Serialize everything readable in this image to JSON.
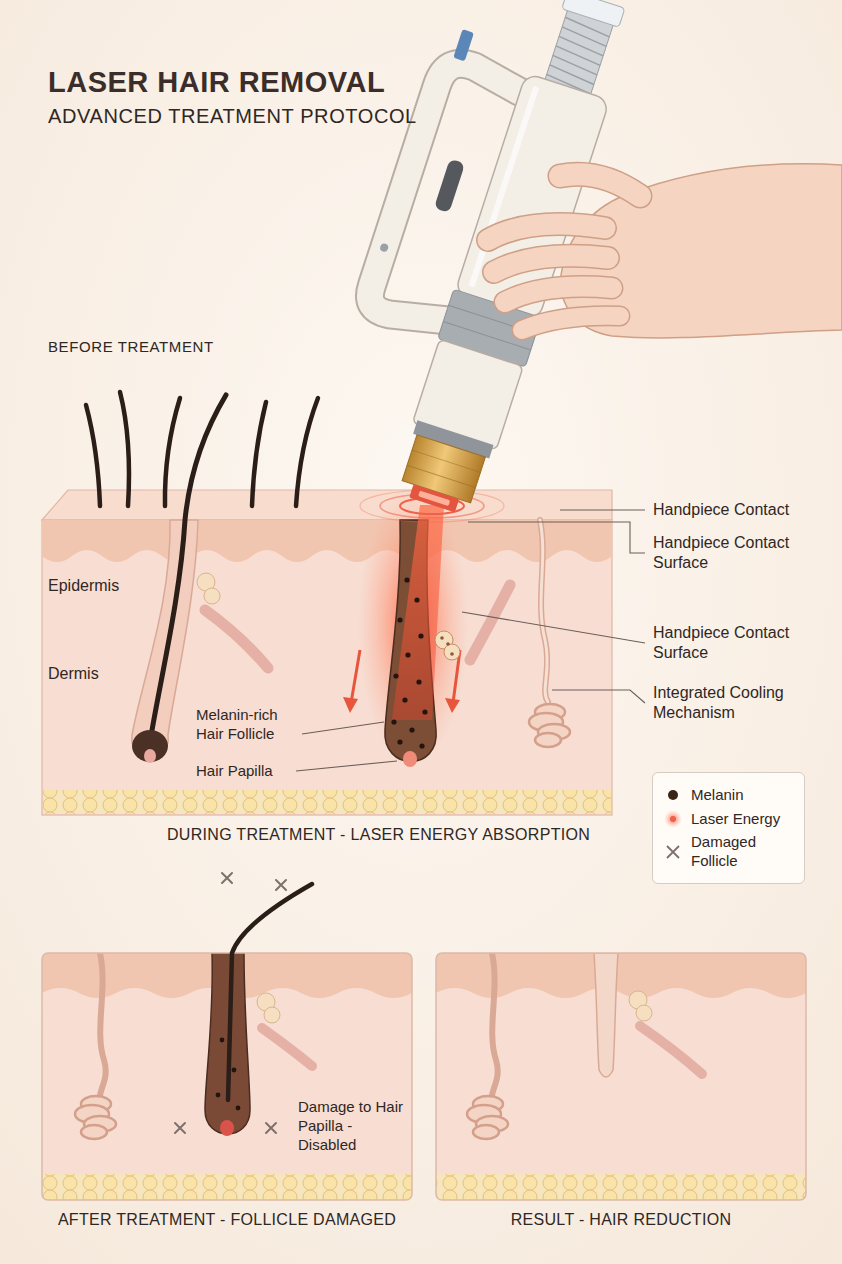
{
  "diagram": {
    "title": "LASER HAIR REMOVAL",
    "nodes": [
      {
        "text": [
          "DURING TREATMENT - LASER ENERGY ABSORPTION"
        ]
      },
      {
        "text": [
          "AFTER TREATMENT - FOLLICLE DAMAGED"
        ]
      },
      {
        "text": [
          "RESULT - HAIR REDUCTION"
        ]
      }
    ],
    "labels": [
      "ADVANCED TREATMENT PROTOCOL",
      "BEFORE TREATMENT",
      "Handpiece Contact",
      "Handpiece Contact Surface",
      "Handpiece Contact Surface",
      "Integrated Cooling Mechanism",
      "Epidermis",
      "Dermis",
      "Melanin-rich Hair Follicle",
      "Hair Papilla",
      "Damage to Hair Papilla - Disabled"
    ],
    "legend": [
      {
        "text": "Melanin"
      },
      {
        "text": "Laser Energy"
      },
      {
        "text": "Damaged Follicle"
      }
    ]
  }
}
